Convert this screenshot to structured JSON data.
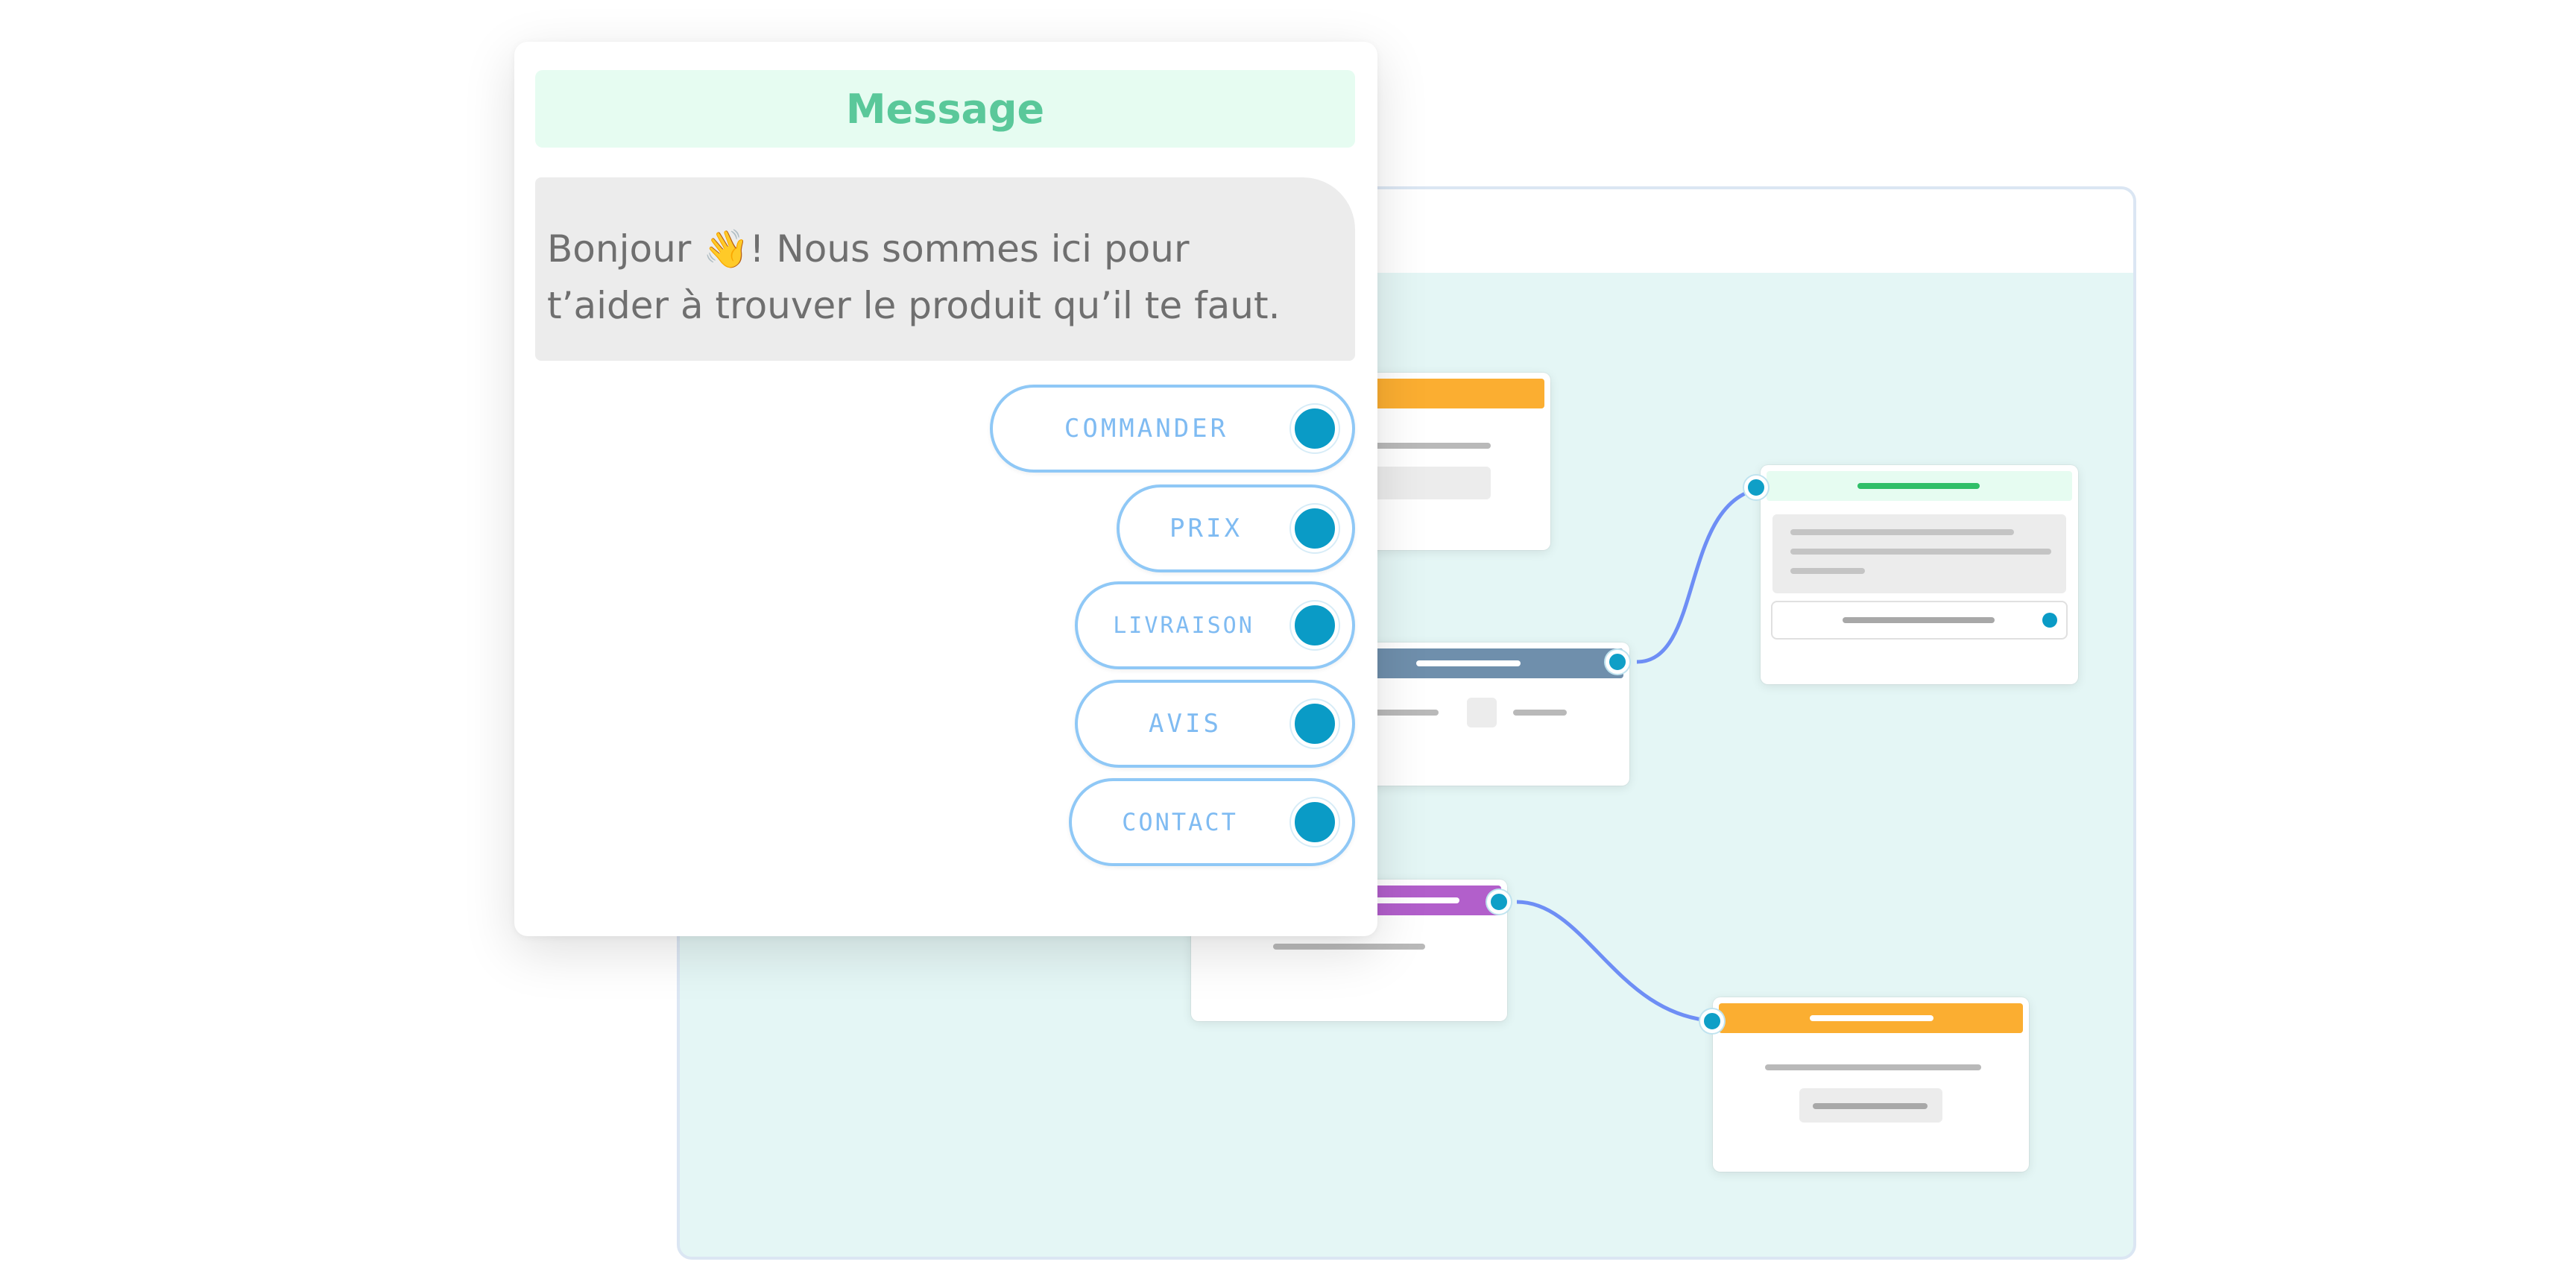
{
  "message": {
    "header": "Message",
    "bubble_line1": "Bonjour 👋! Nous sommes ici pour",
    "bubble_line2": "t’aider à trouver le produit qu’il te faut.",
    "buttons": [
      {
        "label": "COMMANDER"
      },
      {
        "label": "PRIX"
      },
      {
        "label": "LIVRAISON"
      },
      {
        "label": "AVIS"
      },
      {
        "label": "CONTACT"
      }
    ]
  },
  "colors": {
    "header_bg": "#e6fcf1",
    "header_text": "#5ac89a",
    "button_border": "#8fc8f6",
    "button_text": "#7fbbf2",
    "port": "#0a9bc6",
    "connector": "#6e8ef5",
    "node_orange": "#fbae31",
    "node_slate": "#6f8fac",
    "node_purple": "#b25fcb",
    "node_green_bar": "#2fbf68",
    "canvas_bg": "#e4f6f5"
  }
}
